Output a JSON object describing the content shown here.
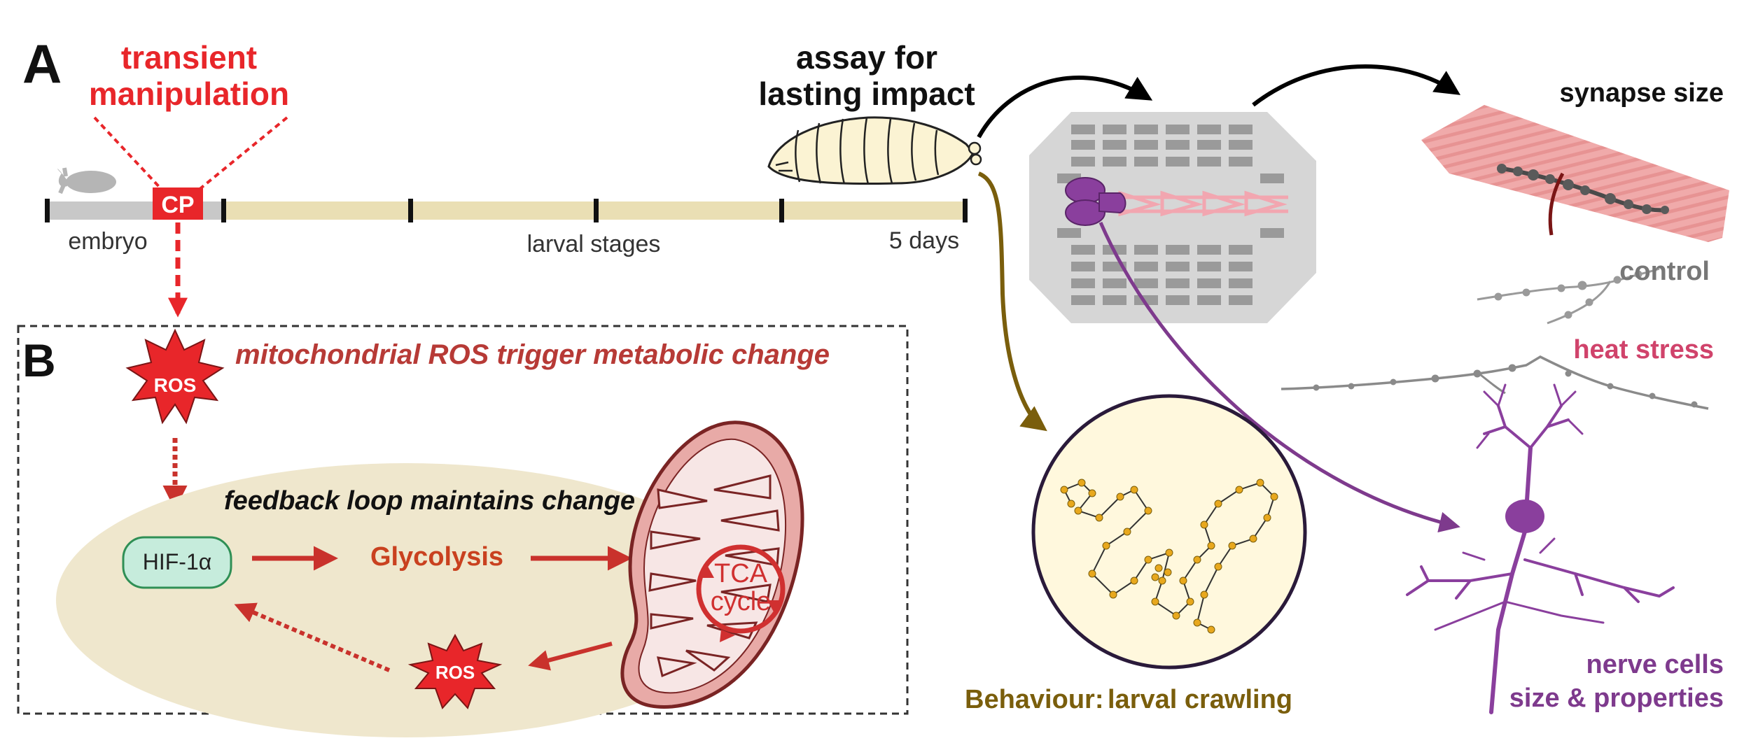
{
  "panel_a": {
    "letter": "A",
    "manipulation_line1": "transient",
    "manipulation_line2": "manipulation",
    "cp_label": "CP",
    "embryo_label": "embryo",
    "larval_label": "larval stages",
    "days_label": "5 days",
    "assay_line1": "assay for",
    "assay_line2": "lasting impact"
  },
  "panel_b": {
    "letter": "B",
    "mito_ros_title": "mitochondrial ROS trigger metabolic change",
    "ros_top": "ROS",
    "feedback_title": "feedback loop maintains change",
    "hif_label": "HIF-1α",
    "glycolysis_label": "Glycolysis",
    "tca_line1": "TCA",
    "tca_line2": "cycle",
    "ros_bottom": "ROS"
  },
  "outcomes": {
    "synapse_label": "synapse size",
    "control_label": "control",
    "heat_label": "heat stress",
    "behaviour_label": "Behaviour:",
    "crawling_label": "larval crawling",
    "nerve_line1": "nerve cells",
    "nerve_line2": "size & properties"
  },
  "colors": {
    "red": "#e8262a",
    "dark_red": "#b73a36",
    "brown_red": "#c9411f",
    "olive": "#7a5e0c",
    "purple": "#7e3a8d",
    "heat_pink": "#d0436b",
    "control_gray": "#777777",
    "timeline_beige": "#eadfb4",
    "cell_beige": "#efe7cd"
  }
}
